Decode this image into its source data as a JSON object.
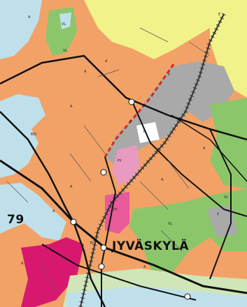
{
  "map": {
    "city_label": "JYVÄSKYLÄ",
    "edge_number": "79",
    "zone_codes": [
      "A",
      "A",
      "A",
      "A",
      "A",
      "A",
      "A",
      "A",
      "A",
      "A",
      "T",
      "T",
      "T",
      "T",
      "VL",
      "VL",
      "VL",
      "VL",
      "PY",
      "PY",
      "B",
      "E",
      "ERI",
      "TP"
    ],
    "colors": {
      "residential": "#f2a267",
      "industrial": "#a9a9a9",
      "green": "#8cc66a",
      "agriculture": "#f2f28a",
      "public": "#e85a9a",
      "central": "#d8186e",
      "water": "#bfe0ea",
      "light_green": "#cfe6b8",
      "road": "#111111",
      "boundary_dash": "#d42a1a"
    }
  }
}
